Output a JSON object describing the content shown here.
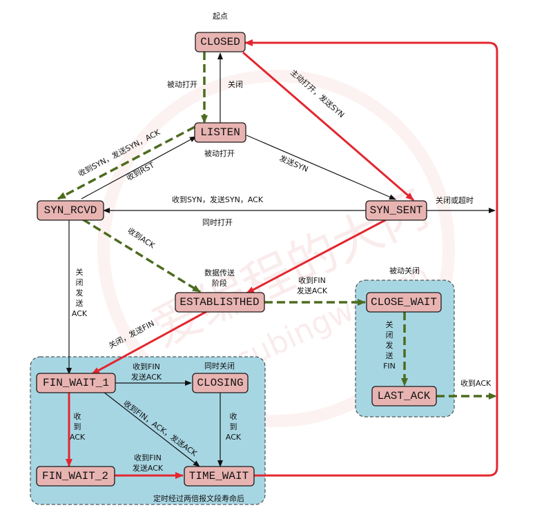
{
  "title": "起点",
  "passive_close_title": "被动关闭",
  "data_transfer_title": [
    "数据传送",
    "阶段"
  ],
  "simultaneous_close_title": "同时关闭",
  "time_wait_note": "定时经过两倍报文段寿命后",
  "watermark": {
    "main": "爱编程的大丙",
    "sub": "subingwen.cn"
  },
  "states": {
    "closed": "CLOSED",
    "listen": "LISTEN",
    "syn_rcvd": "SYN_RCVD",
    "syn_sent": "SYN_SENT",
    "established": "ESTABLISTHED",
    "close_wait": "CLOSE_WAIT",
    "last_ack": "LAST_ACK",
    "fin_wait_1": "FIN_WAIT_1",
    "closing": "CLOSING",
    "fin_wait_2": "FIN_WAIT_2",
    "time_wait": "TIME_WAIT"
  },
  "labels": {
    "passive_open_1": "被动打开",
    "close_1": "关闭",
    "active_open": "主动打开，发送SYN",
    "passive_open_2": "被动打开",
    "send_syn": "发送SYN",
    "recv_syn_send_syn_ack_1": "收到SYN，发送SYN，ACK",
    "recv_rst": "收到RST",
    "recv_syn_send_syn_ack_2": "收到SYN，发送SYN，ACK",
    "simultaneous_open": "同时打开",
    "close_or_timeout": "关闭或超时",
    "recv_ack_1": "收到ACK",
    "close_send_fin_vertical": [
      "关",
      "闭",
      "发",
      "送",
      "ACK"
    ],
    "recv_fin_send_ack_1": [
      "收到FIN",
      "发送ACK"
    ],
    "close_send_fin_vertical_2": [
      "关",
      "闭",
      "发",
      "送",
      "FIN"
    ],
    "recv_ack_2": "收到ACK",
    "close_send_fin": "关闭，发送FIN",
    "recv_fin_send_ack_2": [
      "收到FIN",
      "发送ACK"
    ],
    "recv_fin_ack_send_ack": "收到FIN，ACK，发送ACK",
    "recv_ack_3": [
      "收",
      "到",
      "ACK"
    ],
    "recv_ack_4": [
      "收",
      "到",
      "ACK"
    ],
    "recv_fin_send_ack_3": [
      "收到FIN",
      "发送ACK"
    ]
  },
  "colors": {
    "red": "#e3262e",
    "green": "#4d6b1e",
    "black": "#111111",
    "state_fill": "#e8b4b2",
    "cluster_fill": "#a7d6e3"
  }
}
